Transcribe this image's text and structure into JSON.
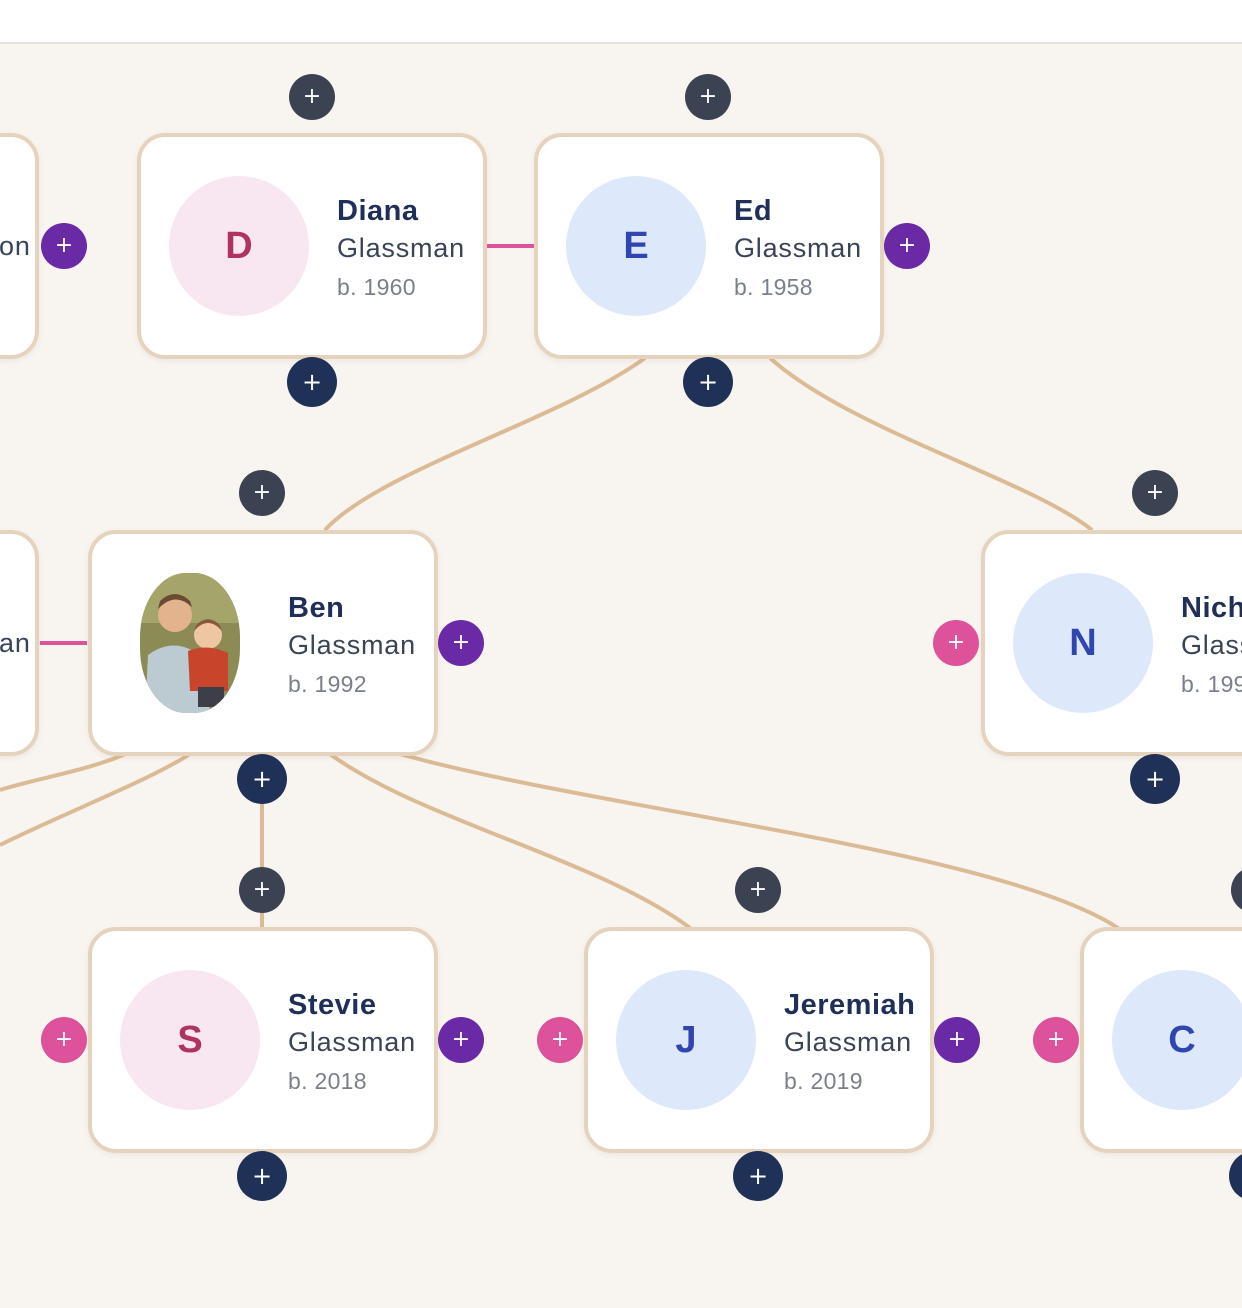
{
  "colors": {
    "edge": "#dbbb95",
    "spouse_link": "#de529b",
    "add_parent": "#3b4252",
    "add_child": "#1f3156",
    "add_spouse": "#6a2aa6",
    "add_sibling": "#de529b"
  },
  "add_button_symbol": "+",
  "people": {
    "partial_top_left": {
      "name_fragment": "on"
    },
    "diana": {
      "initial": "D",
      "first_name": "Diana",
      "last_name": "Glassman",
      "born": "b. 1960",
      "gender": "female"
    },
    "ed": {
      "initial": "E",
      "first_name": "Ed",
      "last_name": "Glassman",
      "born": "b. 1958",
      "gender": "male"
    },
    "partial_mid_left": {
      "name_fragment": "an"
    },
    "ben": {
      "first_name": "Ben",
      "last_name": "Glassman",
      "born": "b. 1992",
      "avatar": "photo-father-and-child"
    },
    "nich": {
      "initial": "N",
      "first_name": "Nich",
      "last_name": "Glass",
      "born": "b. 199",
      "gender": "male"
    },
    "stevie": {
      "initial": "S",
      "first_name": "Stevie",
      "last_name": "Glassman",
      "born": "b. 2018",
      "gender": "female"
    },
    "jeremiah": {
      "initial": "J",
      "first_name": "Jeremiah",
      "last_name": "Glassman",
      "born": "b. 2019",
      "gender": "male"
    },
    "c_person": {
      "initial": "C",
      "gender": "male"
    }
  }
}
